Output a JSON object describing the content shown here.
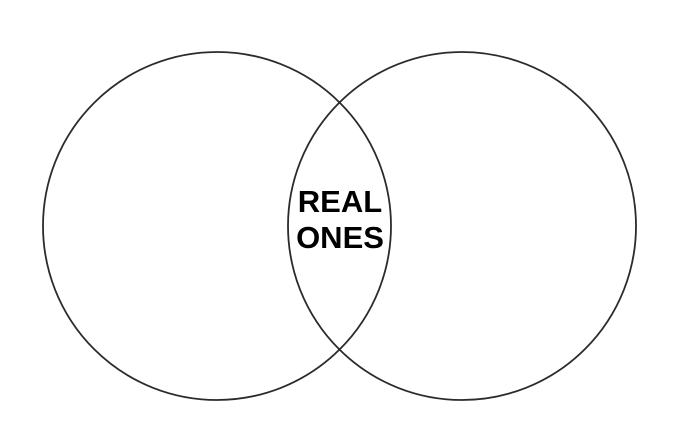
{
  "diagram": {
    "type": "venn",
    "overlap_label_lines": [
      "REAL",
      "ONES"
    ],
    "stroke_color": "#2b2b2b",
    "text_color": "#000000",
    "background_color": "#ffffff"
  }
}
